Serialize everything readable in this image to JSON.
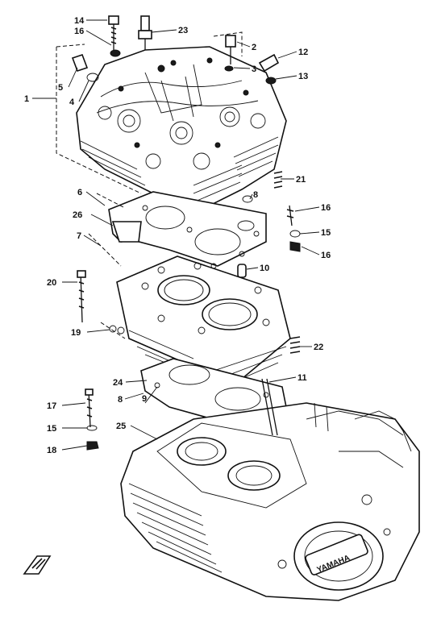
{
  "callouts": [
    {
      "id": "c14",
      "text": "14"
    },
    {
      "id": "c16a",
      "text": "16"
    },
    {
      "id": "c23",
      "text": "23"
    },
    {
      "id": "c2",
      "text": "2"
    },
    {
      "id": "c12",
      "text": "12"
    },
    {
      "id": "c3",
      "text": "3"
    },
    {
      "id": "c13",
      "text": "13"
    },
    {
      "id": "c5",
      "text": "5"
    },
    {
      "id": "c4",
      "text": "4"
    },
    {
      "id": "c1",
      "text": "1"
    },
    {
      "id": "c21",
      "text": "21"
    },
    {
      "id": "c6",
      "text": "6"
    },
    {
      "id": "c8a",
      "text": "8"
    },
    {
      "id": "c16b",
      "text": "16"
    },
    {
      "id": "c26",
      "text": "26"
    },
    {
      "id": "c15a",
      "text": "15"
    },
    {
      "id": "c7",
      "text": "7"
    },
    {
      "id": "c16c",
      "text": "16"
    },
    {
      "id": "c10",
      "text": "10"
    },
    {
      "id": "c20",
      "text": "20"
    },
    {
      "id": "c19",
      "text": "19"
    },
    {
      "id": "c22",
      "text": "22"
    },
    {
      "id": "c11",
      "text": "11"
    },
    {
      "id": "c24",
      "text": "24"
    },
    {
      "id": "c8b",
      "text": "8"
    },
    {
      "id": "c9",
      "text": "9"
    },
    {
      "id": "c17",
      "text": "17"
    },
    {
      "id": "c15b",
      "text": "15"
    },
    {
      "id": "c18",
      "text": "18"
    },
    {
      "id": "c25",
      "text": "25"
    }
  ],
  "badge_text": "YAMAHA"
}
